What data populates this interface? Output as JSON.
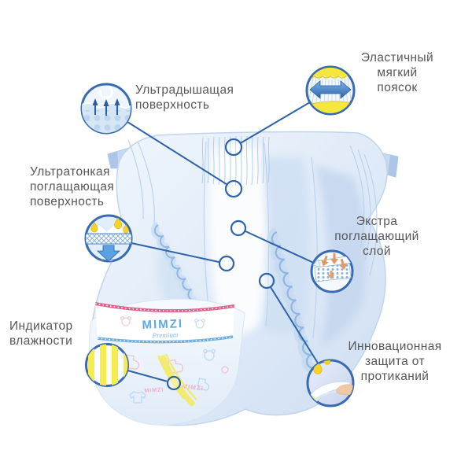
{
  "page": {
    "background": "#ffffff",
    "type": "product-feature-diagram",
    "product": "baby diaper"
  },
  "brand": {
    "name": "MIMZI",
    "tier": "Premium"
  },
  "callouts": {
    "breathable": {
      "text": "Ультрадышащая\nповерхность",
      "icon": "breathable-surface-icon"
    },
    "elastic": {
      "text": "Эластичный\nмягкий\nпоясок",
      "icon": "elastic-soft-waistband-icon"
    },
    "ultrathin": {
      "text": "Ультратонкая\nпоглащающая\nповерхность",
      "icon": "ultrathin-absorbent-surface-icon"
    },
    "extra": {
      "text": "Экстра\nпоглащающий\nслой",
      "icon": "extra-absorbent-layer-icon"
    },
    "indicator": {
      "text": "Индикатор\nвлажности",
      "icon": "moisture-indicator-icon"
    },
    "leak": {
      "text": "Инновационная\nзащита от\nпротиканий",
      "icon": "leak-protection-icon"
    }
  },
  "colors": {
    "callout_line": "#2f63a8",
    "icon_ring": "#3a6bb0",
    "label_text": "#57575a",
    "diaper_blue": "#d2e1f4",
    "indicator_yellow": "#f6ec4e",
    "waistband_pink": "#e0628f",
    "waistband_blue": "#6fb0e4",
    "droplet_yellow": "#f5d327",
    "hand_skin": "#f0c8a2"
  }
}
